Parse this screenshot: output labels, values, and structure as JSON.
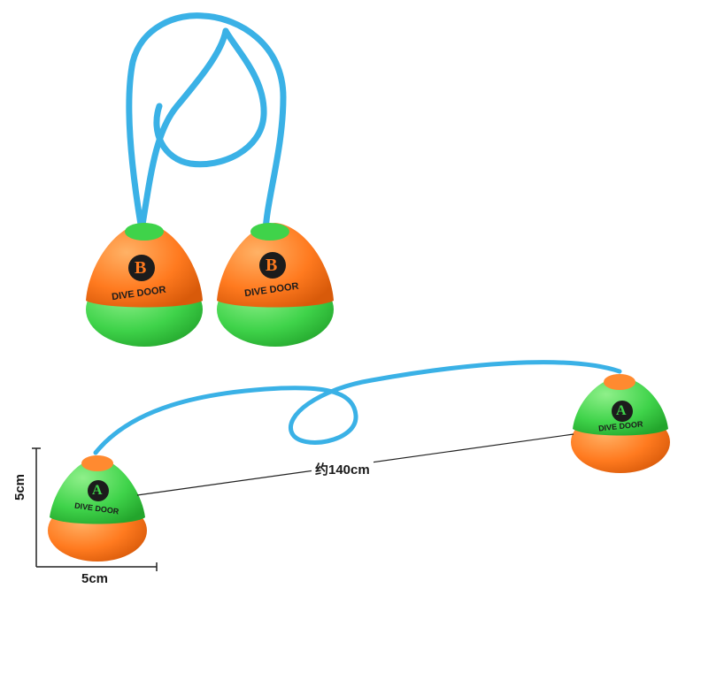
{
  "product": {
    "top_pair": {
      "ball_letter": "B",
      "ball_text": "DIVE DOOR"
    },
    "bottom_pair": {
      "ball_letter": "A",
      "ball_text": "DIVE DOOR"
    }
  },
  "dimensions": {
    "width_label": "5cm",
    "height_label": "5cm",
    "cord_length_label": "约140cm"
  },
  "colors": {
    "cord": "#3ab1e6",
    "orange": "#ff7a1f",
    "green": "#3fd34a",
    "letter_badge": "#1c1c1c"
  }
}
